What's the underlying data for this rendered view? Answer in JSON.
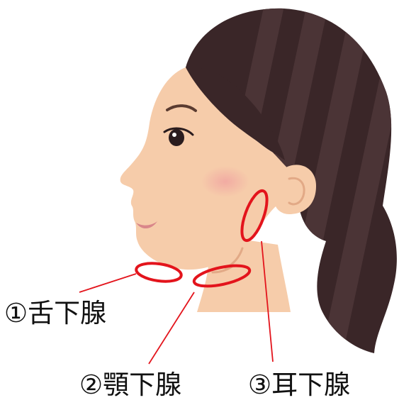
{
  "labels": {
    "sublingual": "①舌下腺",
    "submandibular": "②顎下腺",
    "parotid": "③耳下腺"
  },
  "colors": {
    "marker": "#e3141c",
    "skin": "#f6ccaa",
    "skin_shadow": "#e8b48e",
    "hair": "#3a2628",
    "hair_stripe": "#4a3436",
    "lips": "#d9868a",
    "cheek": "#f2a8a6"
  }
}
